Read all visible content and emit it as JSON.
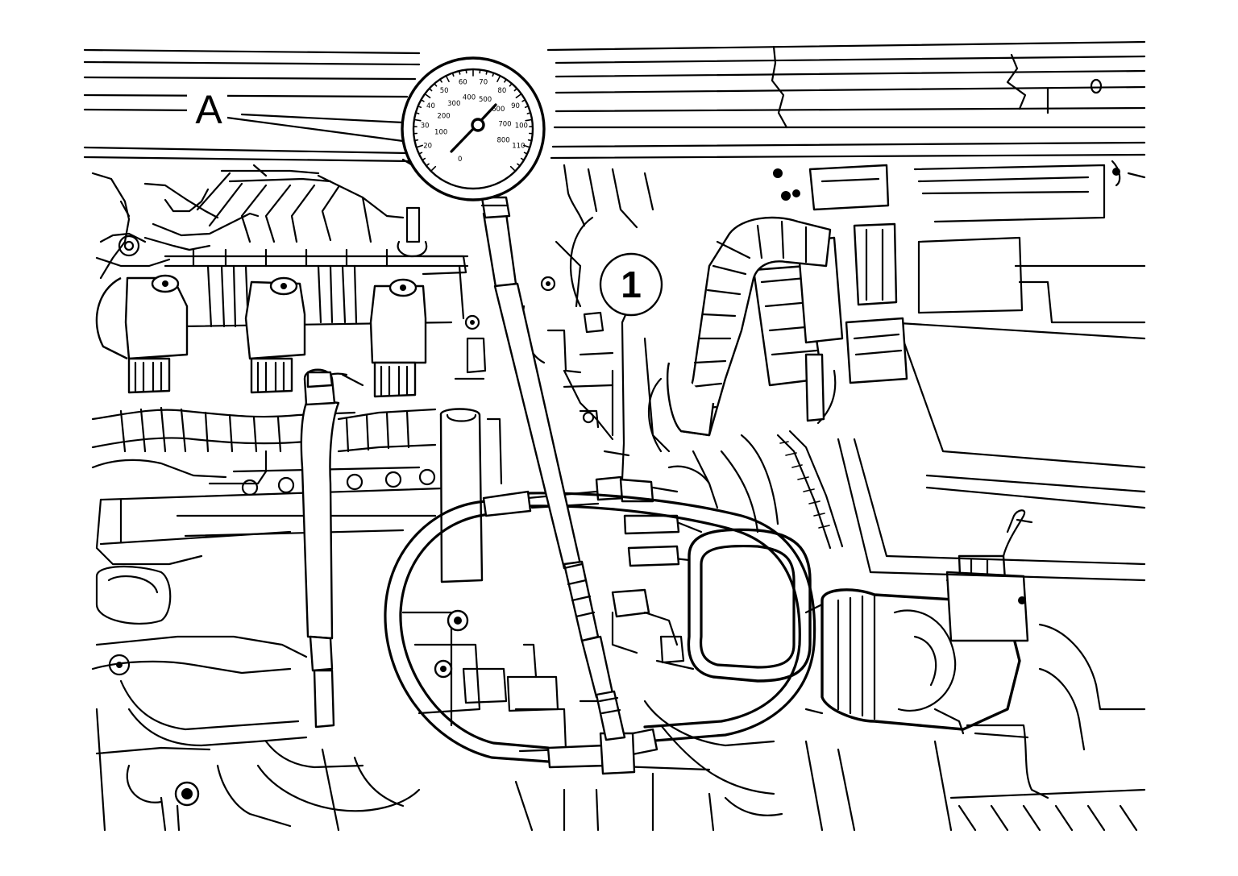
{
  "figure": {
    "view_label": "A",
    "callouts": [
      {
        "id": "1",
        "text": "1"
      }
    ],
    "gauge": {
      "outer_scale": [
        "20",
        "30",
        "40",
        "50",
        "60",
        "70",
        "80",
        "90",
        "100",
        "110"
      ],
      "inner_scale": [
        "100",
        "200",
        "300",
        "400",
        "500",
        "600",
        "700",
        "800"
      ],
      "zero_label": "0"
    }
  }
}
